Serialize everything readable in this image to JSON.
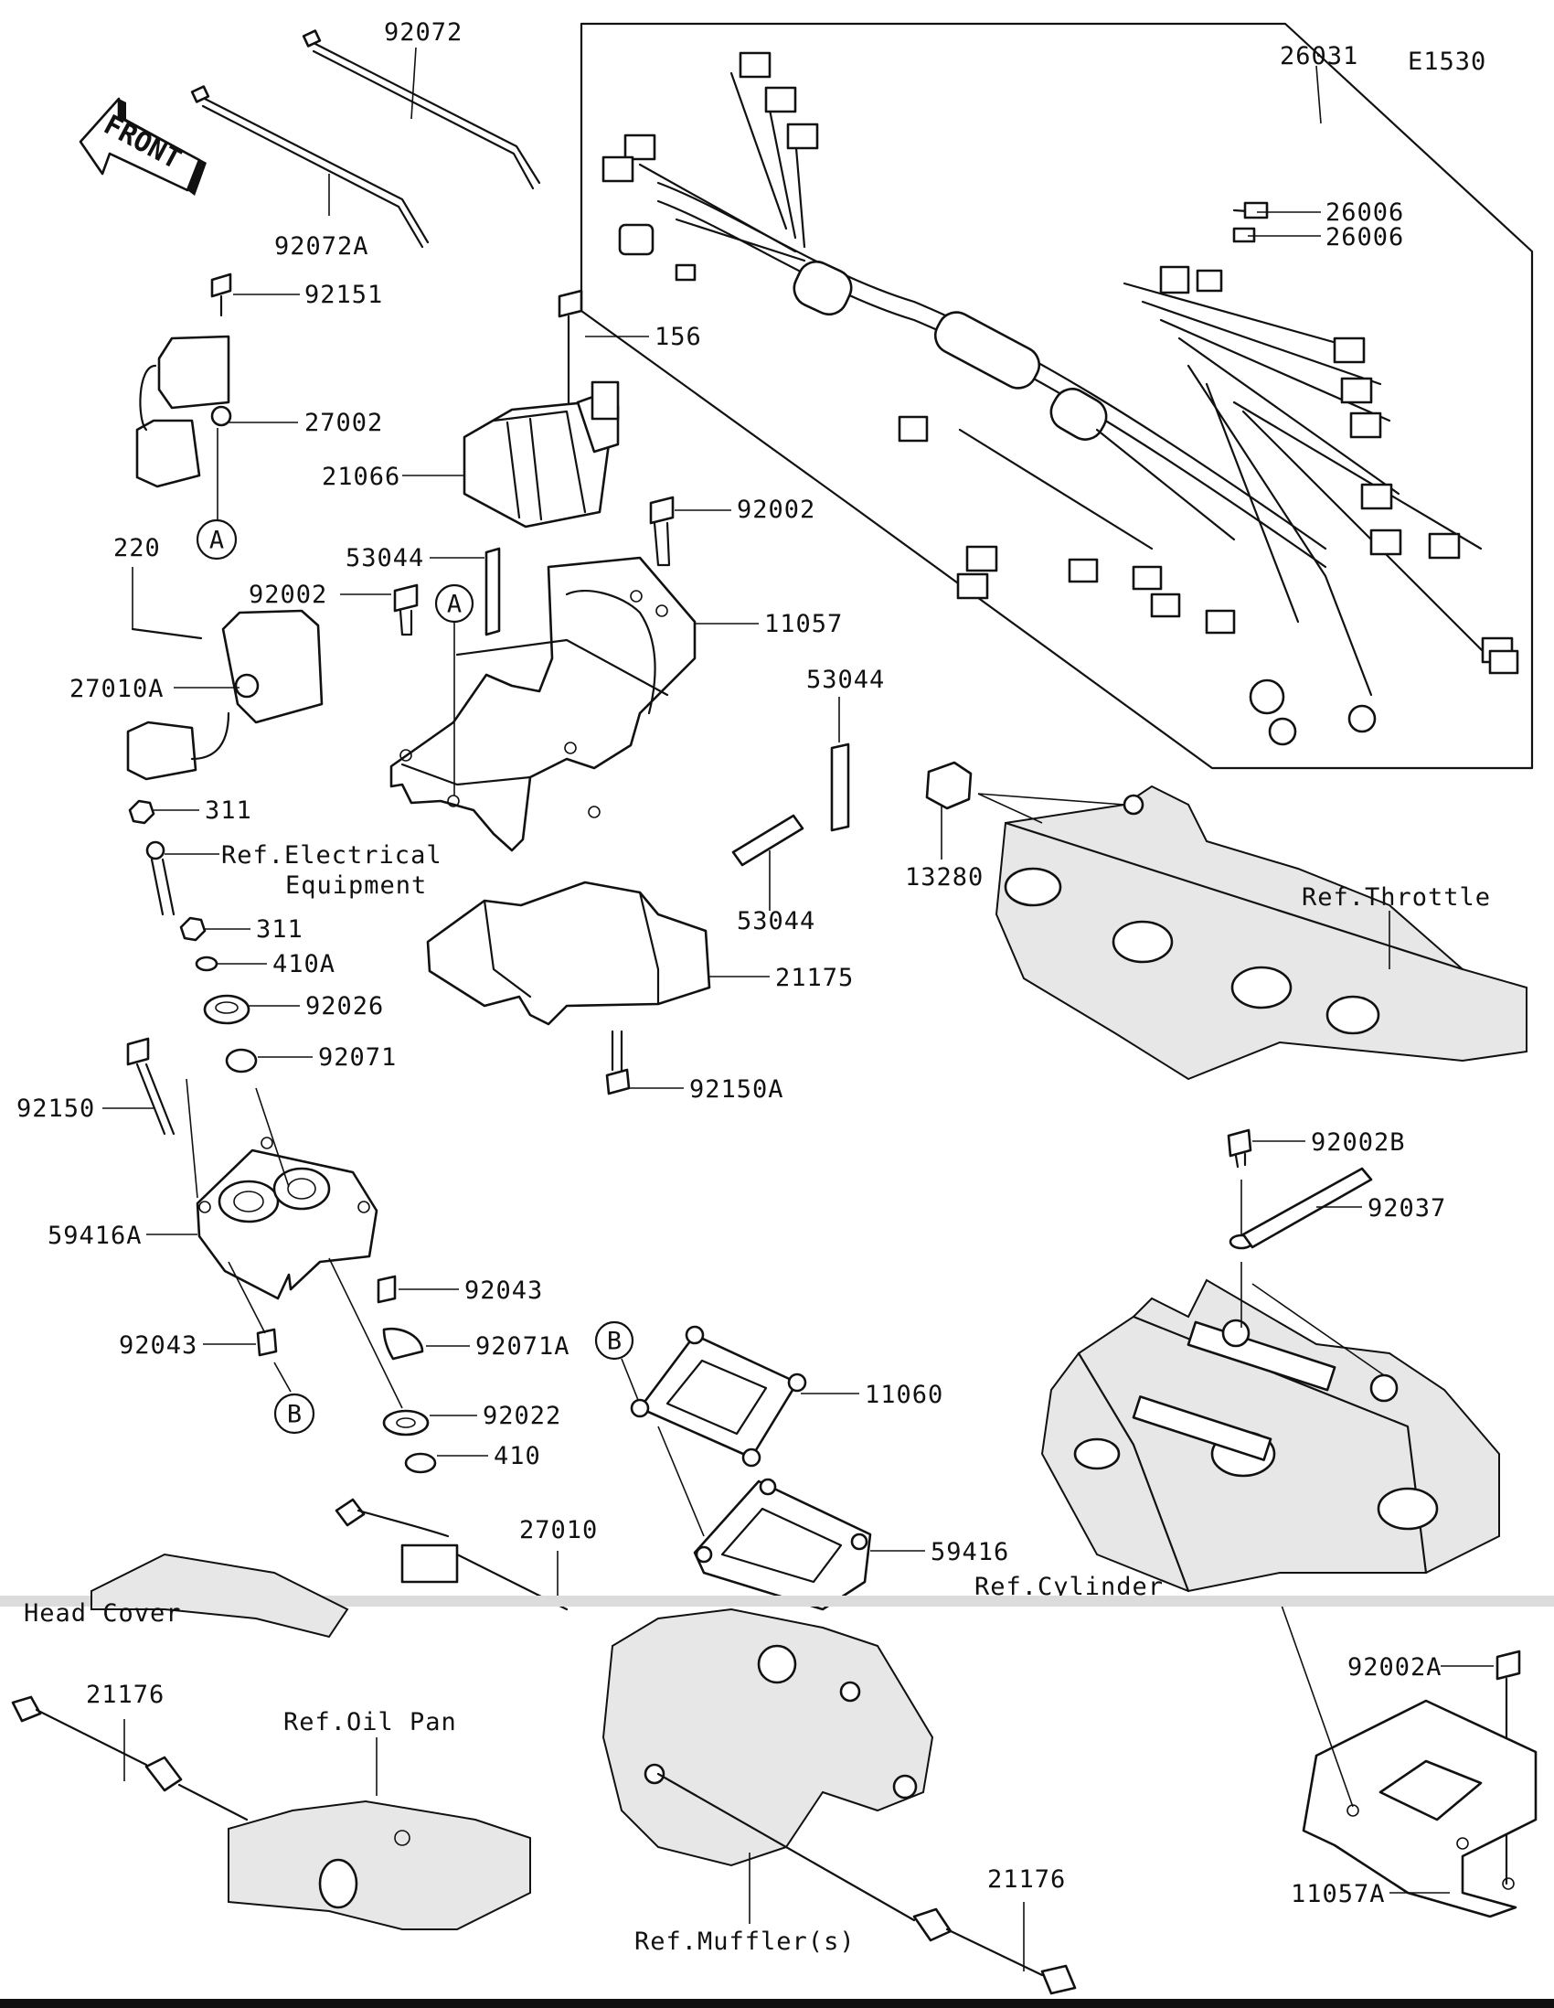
{
  "diagram_code": "E1530",
  "front_label": "FRONT",
  "parts": {
    "p92072": "92072",
    "p92072a": "92072A",
    "p26031": "26031",
    "p26006_1": "26006",
    "p26006_2": "26006",
    "p92151": "92151",
    "p27002": "27002",
    "p156": "156",
    "p21066": "21066",
    "p92002_1": "92002",
    "p92002_2": "92002",
    "p53044_1": "53044",
    "p53044_2": "53044",
    "p53044_3": "53044",
    "p220": "220",
    "p11057": "11057",
    "p27010a": "27010A",
    "p311_1": "311",
    "p311_2": "311",
    "p13280": "13280",
    "p410a": "410A",
    "p92026": "92026",
    "p21175": "21175",
    "p92071": "92071",
    "p92150a": "92150A",
    "p92150": "92150",
    "p59416a": "59416A",
    "p92043_1": "92043",
    "p92043_2": "92043",
    "p92071a": "92071A",
    "p92022": "92022",
    "p410": "410",
    "p11060": "11060",
    "p27010": "27010",
    "p59416": "59416",
    "p92002b": "92002B",
    "p92037": "92037",
    "p92002a": "92002A",
    "p21176_1": "21176",
    "p21176_2": "21176",
    "p11057a": "11057A"
  },
  "refs": {
    "electrical_line1": "Ref.Electrical",
    "electrical_line2": "Equipment",
    "throttle": "Ref.Throttle",
    "cylinder": "Ref.Cylinder",
    "head_cover": "Head Cover",
    "oil_pan": "Ref.Oil Pan",
    "mufflers": "Ref.Muffler(s)"
  },
  "callouts": {
    "a1": "A",
    "a2": "A",
    "b1": "B",
    "b2": "B"
  }
}
